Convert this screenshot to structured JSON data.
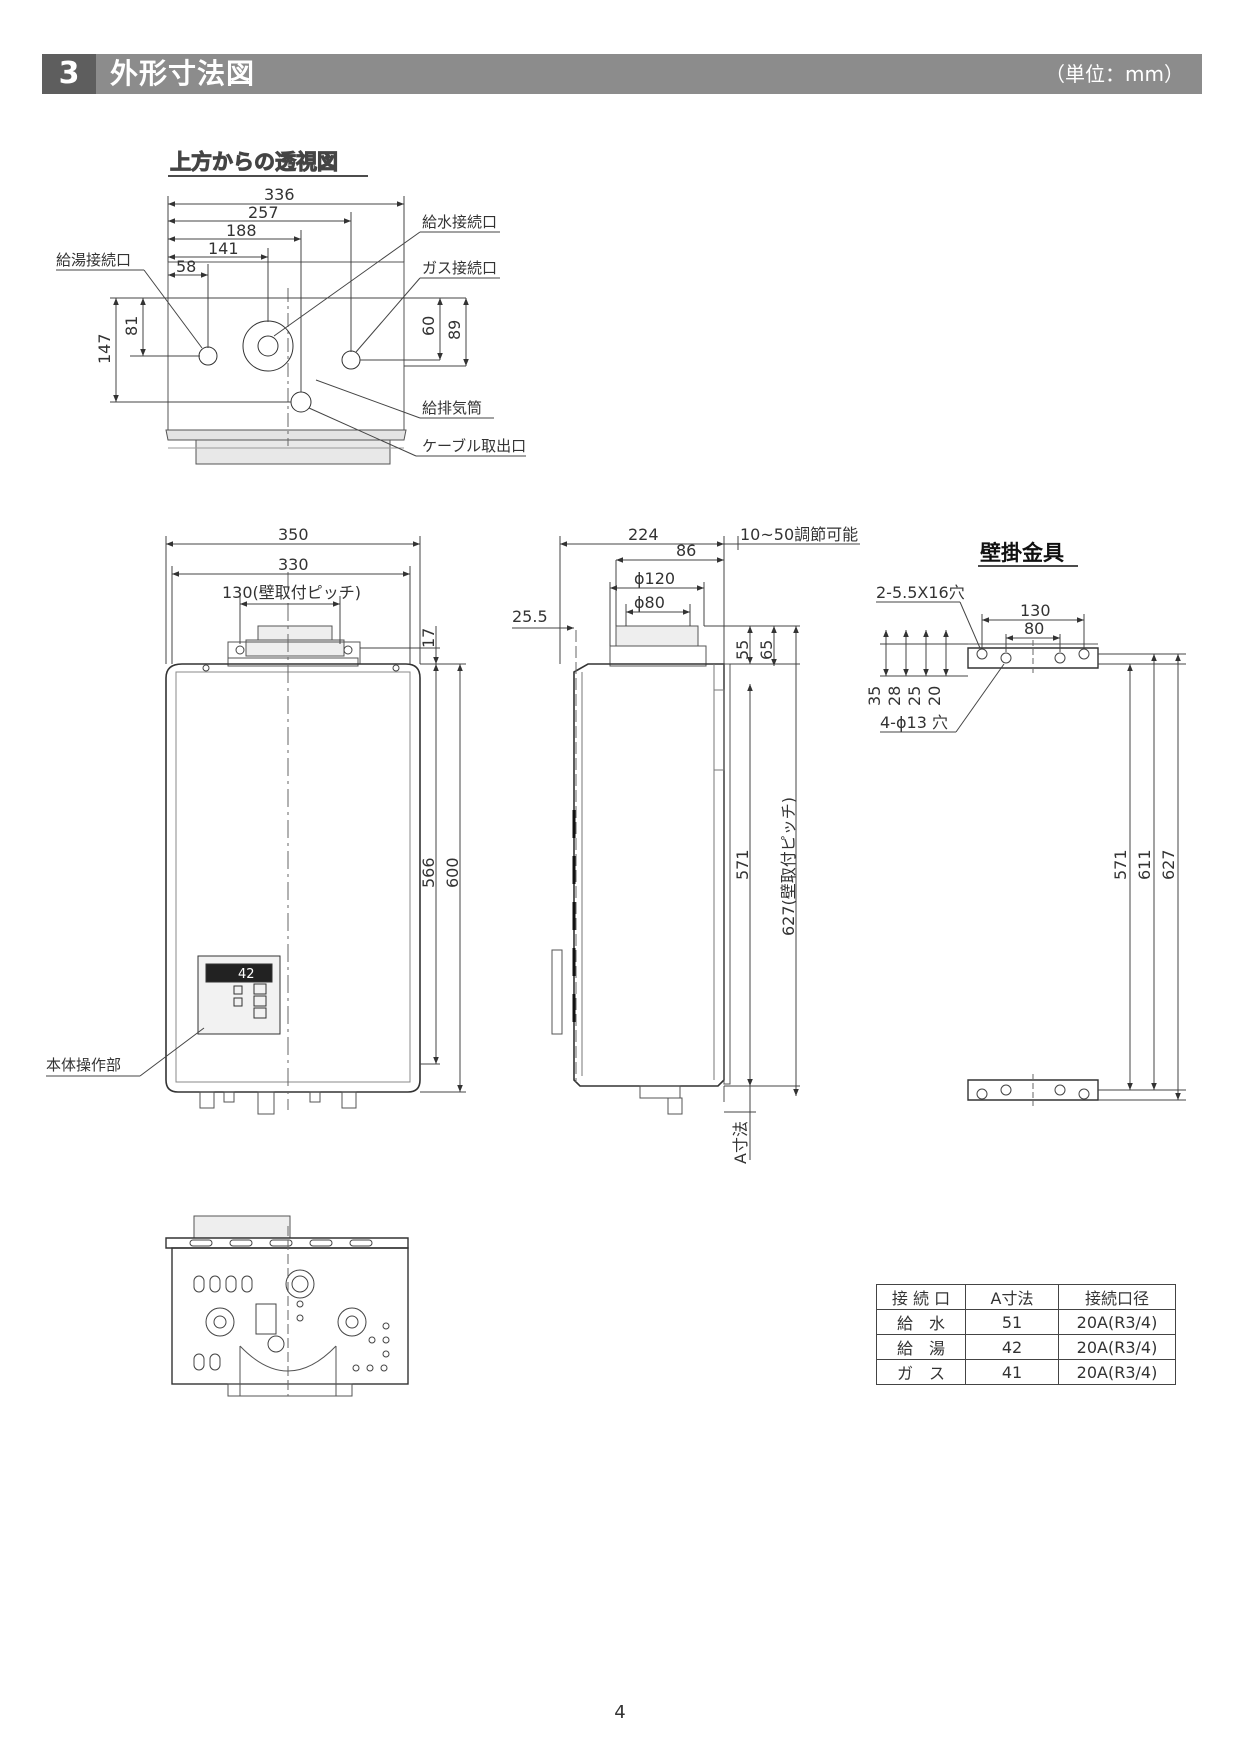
{
  "header": {
    "number": "3",
    "title": "外形寸法図",
    "unit": "（単位：mm）"
  },
  "top_view": {
    "title": "上方からの透視図",
    "dims": {
      "w336": "336",
      "w257": "257",
      "w188": "188",
      "w141": "141",
      "w58": "58",
      "v147": "147",
      "v81": "81",
      "v60": "60",
      "v89": "89"
    },
    "labels": {
      "water_inlet": "給水接続口",
      "hot_outlet": "給湯接続口",
      "gas_inlet": "ガス接続口",
      "flue": "給排気筒",
      "cable": "ケーブル取出口"
    }
  },
  "front_view": {
    "dims": {
      "w350": "350",
      "w330": "330",
      "pitch": "130(壁取付ピッチ)",
      "v17": "17",
      "v566": "566",
      "v600": "600"
    },
    "labels": {
      "control_panel": "本体操作部"
    },
    "display": "42"
  },
  "side_view": {
    "dims": {
      "w224": "224",
      "adjust": "10~50調節可能",
      "w86": "86",
      "d120": "ϕ120",
      "d80": "ϕ80",
      "w25_5": "25.5",
      "v55": "55",
      "v65": "65",
      "v571": "571",
      "v627": "627(壁取付ピッチ)",
      "a": "A寸法"
    }
  },
  "bracket": {
    "title": "壁掛金具",
    "dims": {
      "slot": "2-5.5X16穴",
      "w130": "130",
      "w80": "80",
      "v35": "35",
      "v28": "28",
      "v25": "25",
      "v20": "20",
      "hole": "4-ϕ13 穴",
      "v571": "571",
      "v611": "611",
      "v627": "627"
    }
  },
  "table": {
    "headers": [
      "接 続 口",
      "A寸法",
      "接続口径"
    ],
    "rows": [
      [
        "給　水",
        "51",
        "20A(R3/4)"
      ],
      [
        "給　湯",
        "42",
        "20A(R3/4)"
      ],
      [
        "ガ　ス",
        "41",
        "20A(R3/4)"
      ]
    ]
  },
  "page_number": "4"
}
